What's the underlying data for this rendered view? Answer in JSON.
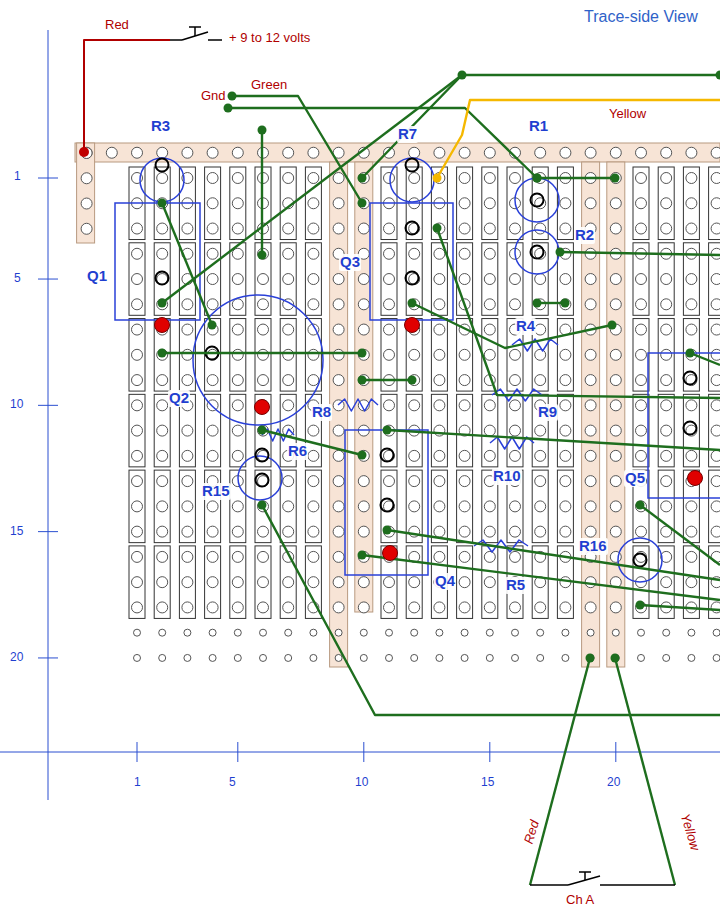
{
  "diagram": {
    "title": "Trace-side View",
    "labels": [
      "Red",
      "+ 9 to 12 volts",
      "Green",
      "Gnd",
      "Yellow",
      "R3",
      "R7",
      "R1",
      "R2",
      "Q1",
      "Q3",
      "R4",
      "Q2",
      "R9",
      "R8",
      "R10",
      "R6",
      "R15",
      "Q5",
      "R5",
      "R16",
      "Q4",
      "Red",
      "Yellow",
      "Ch A",
      "1",
      "5",
      "10",
      "15",
      "20",
      "1",
      "5",
      "10",
      "15",
      "20"
    ]
  }
}
